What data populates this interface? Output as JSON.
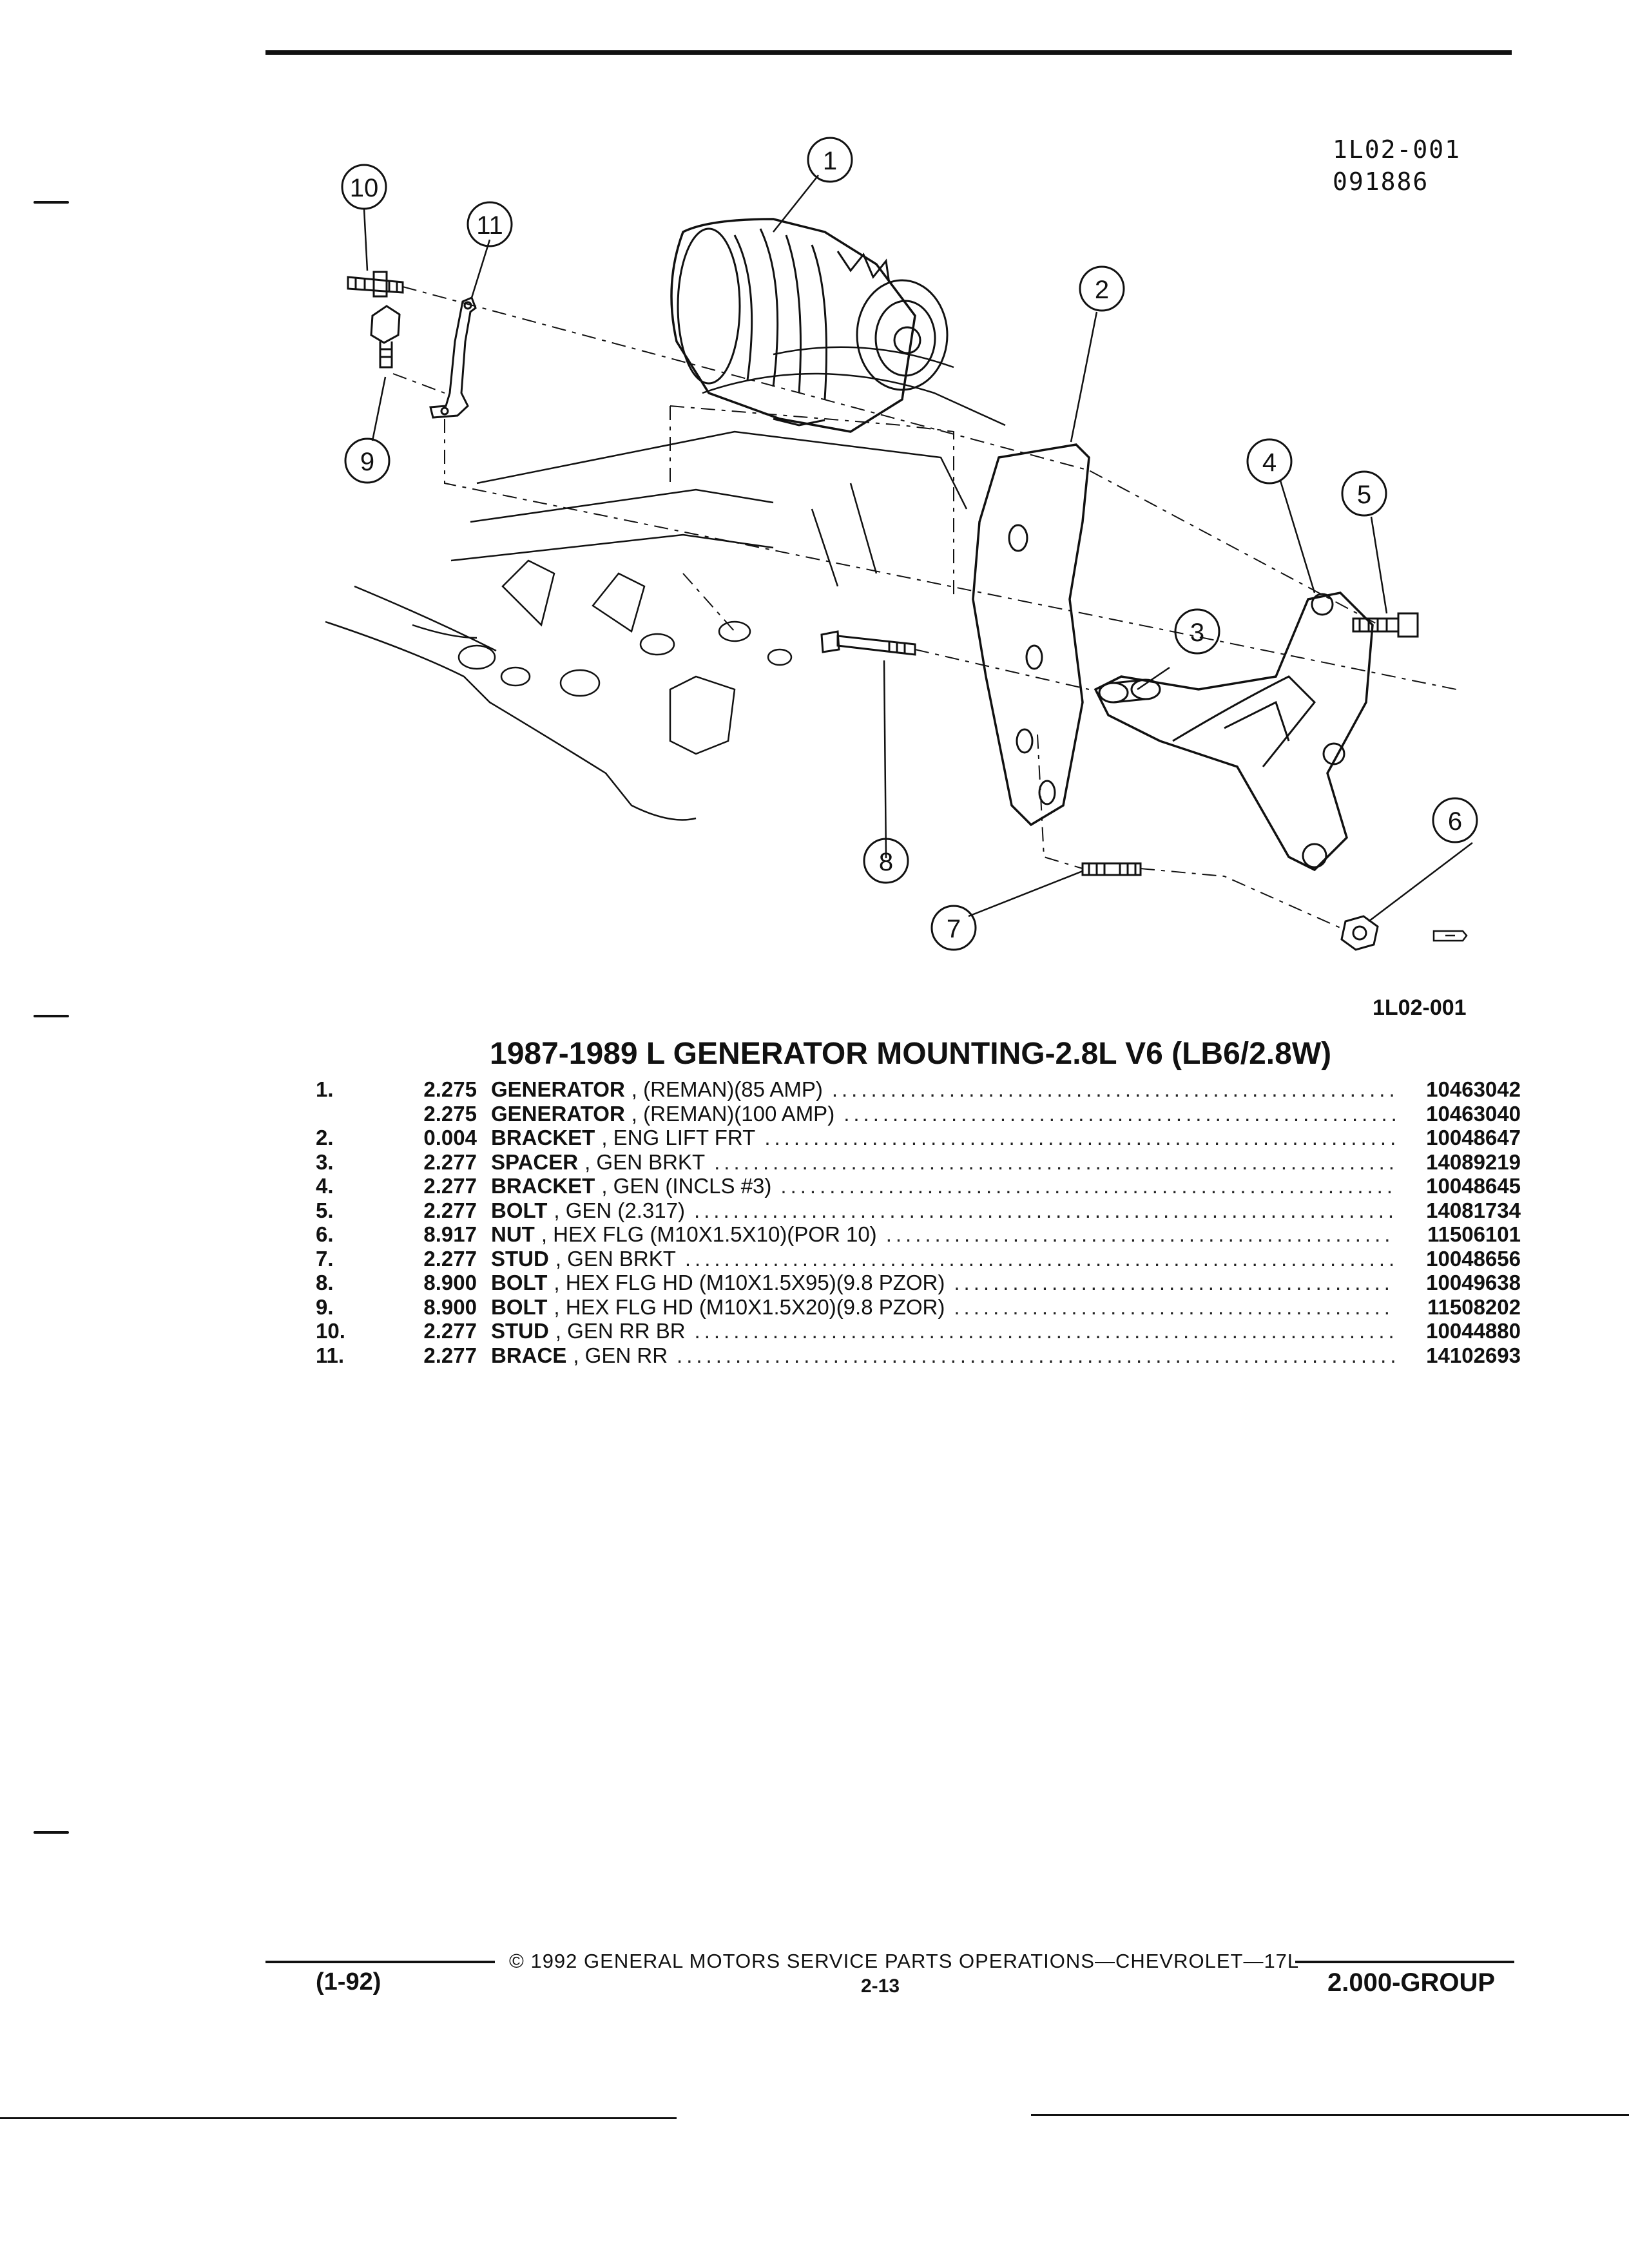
{
  "header": {
    "ref_code": "1L02-001",
    "ref_date": "091886"
  },
  "illustration": {
    "code": "1L02-001",
    "callouts": [
      "1",
      "2",
      "3",
      "4",
      "5",
      "6",
      "7",
      "8",
      "9",
      "10",
      "11"
    ]
  },
  "title": "1987-1989 L GENERATOR MOUNTING-2.8L V6 (LB6/2.8W)",
  "parts": [
    {
      "item": "1.",
      "group": "2.275",
      "name": "GENERATOR",
      "extra": ", (REMAN)(85 AMP)",
      "part_no": "10463042"
    },
    {
      "item": "",
      "group": "2.275",
      "name": "GENERATOR",
      "extra": ", (REMAN)(100 AMP)",
      "part_no": "10463040"
    },
    {
      "item": "2.",
      "group": "0.004",
      "name": "BRACKET",
      "extra": ", ENG LIFT FRT",
      "part_no": "10048647"
    },
    {
      "item": "3.",
      "group": "2.277",
      "name": "SPACER",
      "extra": ", GEN BRKT",
      "part_no": "14089219"
    },
    {
      "item": "4.",
      "group": "2.277",
      "name": "BRACKET",
      "extra": ", GEN (INCLS #3)",
      "part_no": "10048645"
    },
    {
      "item": "5.",
      "group": "2.277",
      "name": "BOLT",
      "extra": ", GEN (2.317)",
      "part_no": "14081734"
    },
    {
      "item": "6.",
      "group": "8.917",
      "name": "NUT",
      "extra": ", HEX FLG (M10X1.5X10)(POR 10)",
      "part_no": "11506101"
    },
    {
      "item": "7.",
      "group": "2.277",
      "name": "STUD",
      "extra": ", GEN BRKT",
      "part_no": "10048656"
    },
    {
      "item": "8.",
      "group": "8.900",
      "name": "BOLT",
      "extra": ", HEX FLG HD (M10X1.5X95)(9.8 PZOR)",
      "part_no": "10049638"
    },
    {
      "item": "9.",
      "group": "8.900",
      "name": "BOLT",
      "extra": ", HEX FLG HD (M10X1.5X20)(9.8 PZOR)",
      "part_no": "11508202"
    },
    {
      "item": "10.",
      "group": "2.277",
      "name": "STUD",
      "extra": ", GEN RR BR",
      "part_no": "10044880"
    },
    {
      "item": "11.",
      "group": "2.277",
      "name": "BRACE",
      "extra": ", GEN RR",
      "part_no": "14102693"
    }
  ],
  "footer": {
    "copyright": "© 1992 GENERAL MOTORS SERVICE PARTS OPERATIONS—CHEVROLET—17L",
    "date_code": "(1-92)",
    "page": "2-13",
    "group": "2.000-GROUP"
  }
}
